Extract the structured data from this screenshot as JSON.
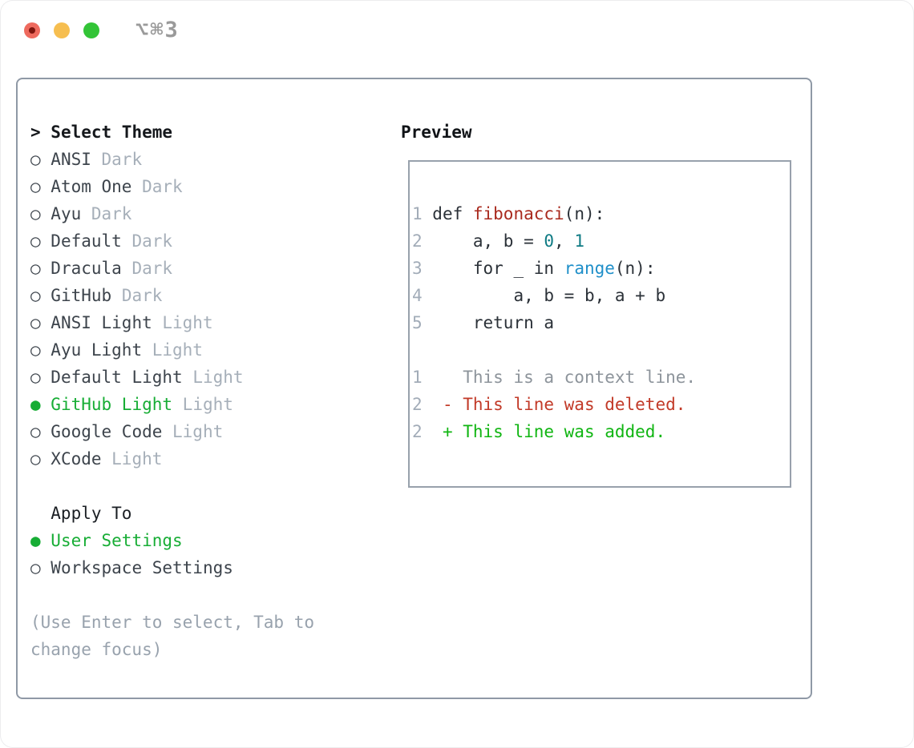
{
  "window": {
    "shortcut_label": "⌥⌘3",
    "traffic_lights": [
      "close",
      "minimize",
      "zoom"
    ],
    "colors": {
      "close": "#ee6a5e",
      "minimize": "#f6be50",
      "zoom": "#33c437",
      "panel_border": "#8f99a6",
      "selection_green": "#17ad35",
      "deleted_red": "#c23a28",
      "added_green": "#10b512",
      "function_red": "#a92a1e",
      "number_teal": "#0f7b84",
      "builtin_blue": "#1f8fc9"
    }
  },
  "preview": {
    "title": "Preview"
  },
  "theme_picker": {
    "header": "Select Theme",
    "selected_theme": "GitHub Light",
    "apply_header": "Apply To",
    "selected_apply": "User Settings",
    "hint": "(Use Enter to select, Tab to change focus)"
  },
  "left_lines": [
    {
      "name": "select-theme-header",
      "interactable": false,
      "segs": [
        {
          "t": "> ",
          "c": "header",
          "n": "prompt-icon"
        },
        {
          "t": "Select Theme",
          "c": "header",
          "n": "section-title"
        }
      ]
    },
    {
      "name": "theme-option-ansi-dark",
      "interactable": true,
      "segs": [
        {
          "t": "○ ",
          "c": "name",
          "n": "radio-unchecked-icon"
        },
        {
          "t": "ANSI ",
          "c": "name",
          "n": "theme-name"
        },
        {
          "t": "Dark",
          "c": "variant",
          "n": "theme-variant"
        }
      ]
    },
    {
      "name": "theme-option-atom-one-dark",
      "interactable": true,
      "segs": [
        {
          "t": "○ ",
          "c": "name",
          "n": "radio-unchecked-icon"
        },
        {
          "t": "Atom One ",
          "c": "name",
          "n": "theme-name"
        },
        {
          "t": "Dark",
          "c": "variant",
          "n": "theme-variant"
        }
      ]
    },
    {
      "name": "theme-option-ayu-dark",
      "interactable": true,
      "segs": [
        {
          "t": "○ ",
          "c": "name",
          "n": "radio-unchecked-icon"
        },
        {
          "t": "Ayu ",
          "c": "name",
          "n": "theme-name"
        },
        {
          "t": "Dark",
          "c": "variant",
          "n": "theme-variant"
        }
      ]
    },
    {
      "name": "theme-option-default-dark",
      "interactable": true,
      "segs": [
        {
          "t": "○ ",
          "c": "name",
          "n": "radio-unchecked-icon"
        },
        {
          "t": "Default ",
          "c": "name",
          "n": "theme-name"
        },
        {
          "t": "Dark",
          "c": "variant",
          "n": "theme-variant"
        }
      ]
    },
    {
      "name": "theme-option-dracula-dark",
      "interactable": true,
      "segs": [
        {
          "t": "○ ",
          "c": "name",
          "n": "radio-unchecked-icon"
        },
        {
          "t": "Dracula ",
          "c": "name",
          "n": "theme-name"
        },
        {
          "t": "Dark",
          "c": "variant",
          "n": "theme-variant"
        }
      ]
    },
    {
      "name": "theme-option-github-dark",
      "interactable": true,
      "segs": [
        {
          "t": "○ ",
          "c": "name",
          "n": "radio-unchecked-icon"
        },
        {
          "t": "GitHub ",
          "c": "name",
          "n": "theme-name"
        },
        {
          "t": "Dark",
          "c": "variant",
          "n": "theme-variant"
        }
      ]
    },
    {
      "name": "theme-option-ansi-light",
      "interactable": true,
      "segs": [
        {
          "t": "○ ",
          "c": "name",
          "n": "radio-unchecked-icon"
        },
        {
          "t": "ANSI Light ",
          "c": "name",
          "n": "theme-name"
        },
        {
          "t": "Light",
          "c": "variant",
          "n": "theme-variant"
        }
      ]
    },
    {
      "name": "theme-option-ayu-light",
      "interactable": true,
      "segs": [
        {
          "t": "○ ",
          "c": "name",
          "n": "radio-unchecked-icon"
        },
        {
          "t": "Ayu Light ",
          "c": "name",
          "n": "theme-name"
        },
        {
          "t": "Light",
          "c": "variant",
          "n": "theme-variant"
        }
      ]
    },
    {
      "name": "theme-option-default-light",
      "interactable": true,
      "segs": [
        {
          "t": "○ ",
          "c": "name",
          "n": "radio-unchecked-icon"
        },
        {
          "t": "Default Light ",
          "c": "name",
          "n": "theme-name"
        },
        {
          "t": "Light",
          "c": "variant",
          "n": "theme-variant"
        }
      ]
    },
    {
      "name": "theme-option-github-light",
      "interactable": true,
      "segs": [
        {
          "t": "● ",
          "c": "selected",
          "n": "radio-checked-icon"
        },
        {
          "t": "GitHub Light ",
          "c": "selected",
          "n": "theme-name"
        },
        {
          "t": "Light",
          "c": "variant",
          "n": "theme-variant"
        }
      ]
    },
    {
      "name": "theme-option-google-code-light",
      "interactable": true,
      "segs": [
        {
          "t": "○ ",
          "c": "name",
          "n": "radio-unchecked-icon"
        },
        {
          "t": "Google Code ",
          "c": "name",
          "n": "theme-name"
        },
        {
          "t": "Light",
          "c": "variant",
          "n": "theme-variant"
        }
      ]
    },
    {
      "name": "theme-option-xcode-light",
      "interactable": true,
      "segs": [
        {
          "t": "○ ",
          "c": "name",
          "n": "radio-unchecked-icon"
        },
        {
          "t": "XCode ",
          "c": "name",
          "n": "theme-name"
        },
        {
          "t": "Light",
          "c": "variant",
          "n": "theme-variant"
        }
      ]
    },
    {
      "name": "blank-line",
      "interactable": false,
      "segs": []
    },
    {
      "name": "apply-to-header",
      "interactable": false,
      "segs": [
        {
          "t": "  Apply To",
          "c": "subheader",
          "n": "section-title"
        }
      ]
    },
    {
      "name": "apply-option-user-settings",
      "interactable": true,
      "segs": [
        {
          "t": "● ",
          "c": "selected",
          "n": "radio-checked-icon"
        },
        {
          "t": "User Settings",
          "c": "selected",
          "n": "apply-option-label"
        }
      ]
    },
    {
      "name": "apply-option-workspace-settings",
      "interactable": true,
      "segs": [
        {
          "t": "○ ",
          "c": "name",
          "n": "radio-unchecked-icon"
        },
        {
          "t": "Workspace Settings",
          "c": "name",
          "n": "apply-option-label"
        }
      ]
    },
    {
      "name": "blank-line",
      "interactable": false,
      "segs": []
    },
    {
      "name": "hint-line-1",
      "interactable": false,
      "segs": [
        {
          "t": "(Use Enter to select, Tab to",
          "c": "hint",
          "n": "hint-text"
        }
      ]
    },
    {
      "name": "hint-line-2",
      "interactable": false,
      "segs": [
        {
          "t": "change focus)",
          "c": "hint",
          "n": "hint-text"
        }
      ]
    }
  ],
  "code_lines": [
    {
      "name": "code-line-1",
      "interactable": false,
      "segs": [
        {
          "t": "1 ",
          "c": "lineno",
          "n": "line-number"
        },
        {
          "t": "def ",
          "c": "code",
          "n": "code-text"
        },
        {
          "t": "fibonacci",
          "c": "func",
          "n": "code-text"
        },
        {
          "t": "(n):",
          "c": "code",
          "n": "code-text"
        }
      ]
    },
    {
      "name": "code-line-2",
      "interactable": false,
      "segs": [
        {
          "t": "2 ",
          "c": "lineno",
          "n": "line-number"
        },
        {
          "t": "    a, b = ",
          "c": "code",
          "n": "code-text"
        },
        {
          "t": "0",
          "c": "number",
          "n": "code-text"
        },
        {
          "t": ", ",
          "c": "code",
          "n": "code-text"
        },
        {
          "t": "1",
          "c": "number",
          "n": "code-text"
        }
      ]
    },
    {
      "name": "code-line-3",
      "interactable": false,
      "segs": [
        {
          "t": "3 ",
          "c": "lineno",
          "n": "line-number"
        },
        {
          "t": "    for _ in ",
          "c": "code",
          "n": "code-text"
        },
        {
          "t": "range",
          "c": "builtin",
          "n": "code-text"
        },
        {
          "t": "(n):",
          "c": "code",
          "n": "code-text"
        }
      ]
    },
    {
      "name": "code-line-4",
      "interactable": false,
      "segs": [
        {
          "t": "4 ",
          "c": "lineno",
          "n": "line-number"
        },
        {
          "t": "        a, b = b, a + b",
          "c": "code",
          "n": "code-text"
        }
      ]
    },
    {
      "name": "code-line-5",
      "interactable": false,
      "segs": [
        {
          "t": "5 ",
          "c": "lineno",
          "n": "line-number"
        },
        {
          "t": "    return a",
          "c": "code",
          "n": "code-text"
        }
      ]
    },
    {
      "name": "blank-line",
      "interactable": false,
      "segs": []
    },
    {
      "name": "diff-context-line",
      "interactable": false,
      "segs": [
        {
          "t": "1 ",
          "c": "lineno",
          "n": "line-number"
        },
        {
          "t": "   This is a context line.",
          "c": "context",
          "n": "diff-text"
        }
      ]
    },
    {
      "name": "diff-deleted-line",
      "interactable": false,
      "segs": [
        {
          "t": "2 ",
          "c": "lineno",
          "n": "line-number"
        },
        {
          "t": " - This line was deleted.",
          "c": "deleted",
          "n": "diff-text"
        }
      ]
    },
    {
      "name": "diff-added-line",
      "interactable": false,
      "segs": [
        {
          "t": "2 ",
          "c": "lineno",
          "n": "line-number"
        },
        {
          "t": " + This line was added.",
          "c": "added",
          "n": "diff-text"
        }
      ]
    }
  ]
}
